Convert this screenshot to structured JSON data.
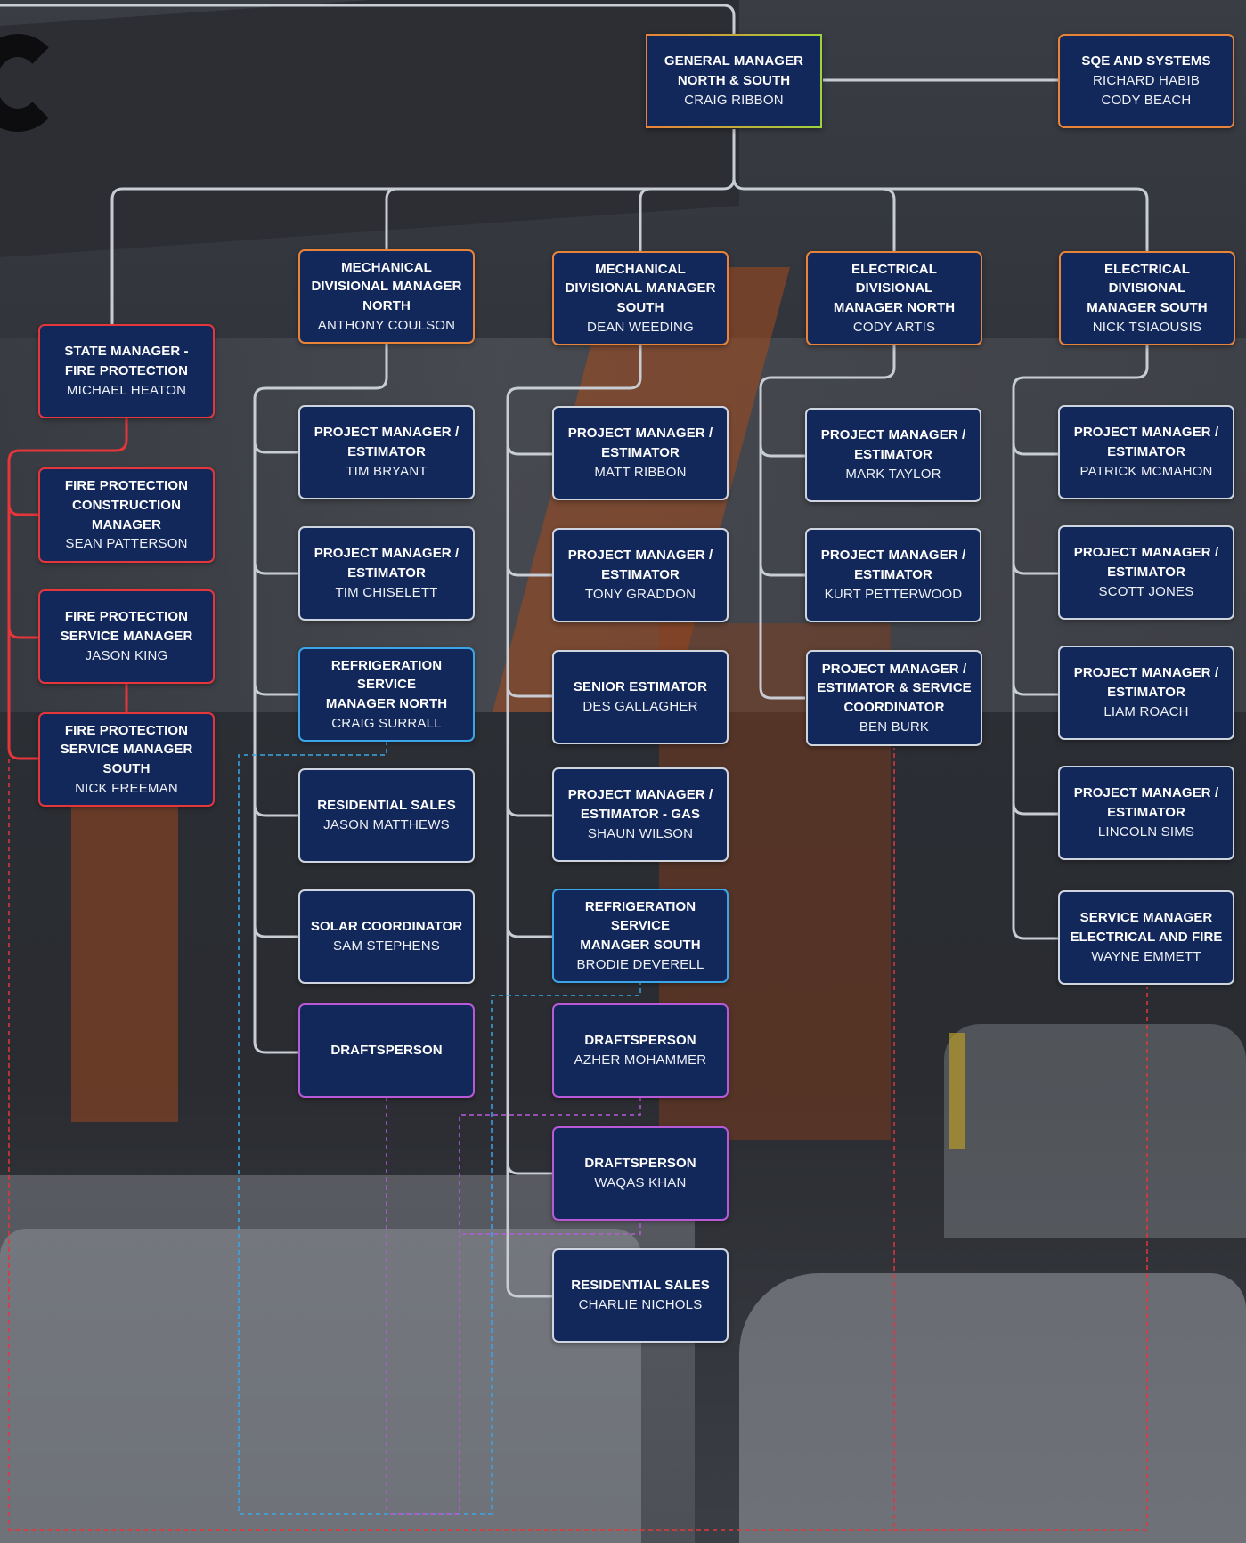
{
  "colors": {
    "box_fill": "#13285a",
    "border_orange": "#e8833a",
    "border_red": "#e4363b",
    "border_white": "#cfd5df",
    "border_blue": "#3aa5e8",
    "border_purple": "#b85ad8",
    "line_grey": "#c8ccd3"
  },
  "general_manager": {
    "title": "GENERAL MANAGER\nNORTH & SOUTH",
    "name": "CRAIG RIBBON"
  },
  "sqe": {
    "title": "SQE AND SYSTEMS",
    "name": "RICHARD HABIB",
    "name2": "CODY BEACH"
  },
  "fire": {
    "head": {
      "title": "STATE MANAGER -\nFIRE PROTECTION",
      "name": "MICHAEL HEATON"
    },
    "staff": [
      {
        "title": "FIRE PROTECTION\nCONSTRUCTION\nMANAGER",
        "name": "SEAN PATTERSON"
      },
      {
        "title": "FIRE PROTECTION\nSERVICE MANAGER",
        "name": "JASON KING"
      },
      {
        "title": "FIRE PROTECTION\nSERVICE MANAGER\nSOUTH",
        "name": "NICK FREEMAN"
      }
    ]
  },
  "mech_north": {
    "head": {
      "title": "MECHANICAL\nDIVISIONAL MANAGER\nNORTH",
      "name": "ANTHONY COULSON"
    },
    "staff": [
      {
        "title": "PROJECT MANAGER /\nESTIMATOR",
        "name": "TIM BRYANT"
      },
      {
        "title": "PROJECT MANAGER /\nESTIMATOR",
        "name": "TIM CHISELETT"
      },
      {
        "title": "REFRIGERATION SERVICE\nMANAGER NORTH",
        "name": "CRAIG SURRALL"
      },
      {
        "title": "RESIDENTIAL SALES",
        "name": "JASON MATTHEWS"
      },
      {
        "title": "SOLAR COORDINATOR",
        "name": "SAM STEPHENS"
      },
      {
        "title": "DRAFTSPERSON",
        "name": ""
      }
    ]
  },
  "mech_south": {
    "head": {
      "title": "MECHANICAL\nDIVISIONAL MANAGER\nSOUTH",
      "name": "DEAN WEEDING"
    },
    "staff": [
      {
        "title": "PROJECT MANAGER /\nESTIMATOR",
        "name": "MATT RIBBON"
      },
      {
        "title": "PROJECT MANAGER /\nESTIMATOR",
        "name": "TONY GRADDON"
      },
      {
        "title": "SENIOR ESTIMATOR",
        "name": "DES GALLAGHER"
      },
      {
        "title": "PROJECT MANAGER /\nESTIMATOR - GAS",
        "name": "SHAUN WILSON"
      },
      {
        "title": "REFRIGERATION SERVICE\nMANAGER SOUTH",
        "name": "BRODIE DEVERELL"
      },
      {
        "title": "DRAFTSPERSON",
        "name": "AZHER MOHAMMER"
      },
      {
        "title": "DRAFTSPERSON",
        "name": "WAQAS KHAN"
      },
      {
        "title": "RESIDENTIAL SALES",
        "name": "CHARLIE NICHOLS"
      }
    ]
  },
  "elec_north": {
    "head": {
      "title": "ELECTRICAL DIVISIONAL\nMANAGER NORTH",
      "name": "CODY ARTIS"
    },
    "staff": [
      {
        "title": "PROJECT MANAGER /\nESTIMATOR",
        "name": "MARK TAYLOR"
      },
      {
        "title": "PROJECT MANAGER /\nESTIMATOR",
        "name": "KURT PETTERWOOD"
      },
      {
        "title": "PROJECT MANAGER /\nESTIMATOR & SERVICE\nCOORDINATOR",
        "name": "BEN BURK"
      }
    ]
  },
  "elec_south": {
    "head": {
      "title": "ELECTRICAL DIVISIONAL\nMANAGER SOUTH",
      "name": "NICK TSIAOUSIS"
    },
    "staff": [
      {
        "title": "PROJECT MANAGER /\nESTIMATOR",
        "name": "PATRICK MCMAHON"
      },
      {
        "title": "PROJECT MANAGER /\nESTIMATOR",
        "name": "SCOTT JONES"
      },
      {
        "title": "PROJECT MANAGER /\nESTIMATOR",
        "name": "LIAM ROACH"
      },
      {
        "title": "PROJECT MANAGER /\nESTIMATOR",
        "name": "LINCOLN SIMS"
      },
      {
        "title": "SERVICE MANAGER\nELECTRICAL AND FIRE",
        "name": "WAYNE EMMETT"
      }
    ]
  }
}
